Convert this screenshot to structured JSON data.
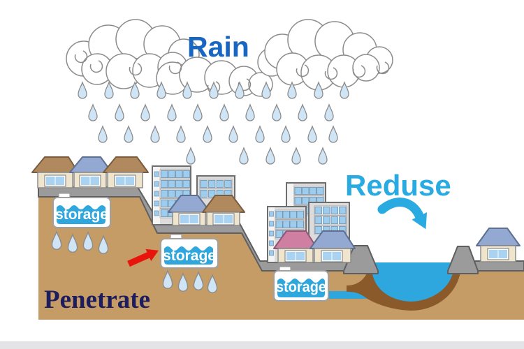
{
  "diagram": {
    "labels": {
      "rain": "Rain",
      "reduse": "Reduse",
      "penetrate": "Penetrate"
    },
    "tanks": [
      {
        "label": "storage"
      },
      {
        "label": "storage"
      },
      {
        "label": "storage"
      }
    ],
    "colors": {
      "rain_text": "#1766C2",
      "reduse_text": "#29ABE2",
      "penetrate_text": "#1C1C5E",
      "red_arrow": "#E8150D",
      "curved_arrow": "#29ABE2",
      "river_water": "#2EA7DF",
      "tank_water": "#2FA6DC",
      "riverbed": "#8A5A2B",
      "ground": "#C59C66",
      "road": "#9B9B9B",
      "raindrop": "#CFE5F6",
      "cloud_outline": "#8C8C8C",
      "storage_text": "#FFFFFF"
    }
  }
}
